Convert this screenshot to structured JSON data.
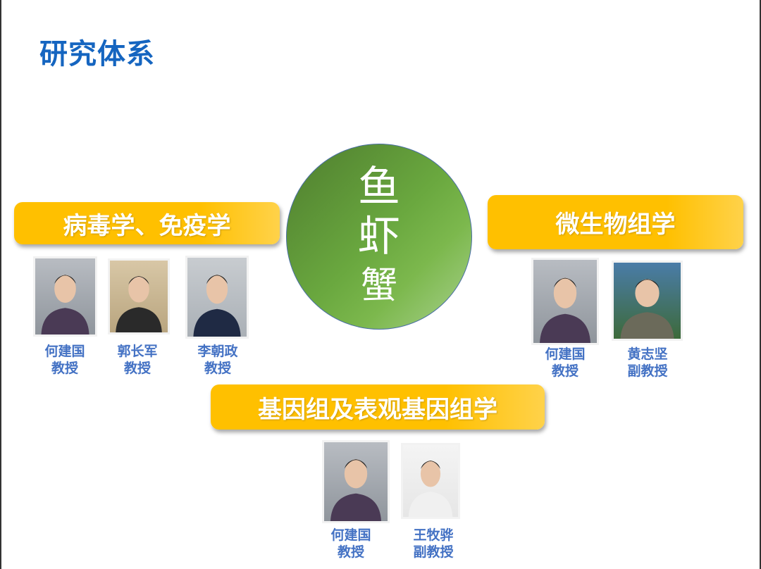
{
  "title": "研究体系",
  "center": {
    "lines": [
      "鱼",
      "虾",
      "蟹"
    ]
  },
  "groups": [
    {
      "label": "病毒学、免疫学",
      "members": [
        {
          "name": "何建国",
          "role": "教授"
        },
        {
          "name": "郭长军",
          "role": "教授"
        },
        {
          "name": "李朝政",
          "role": "教授"
        }
      ]
    },
    {
      "label": "微生物组学",
      "members": [
        {
          "name": "何建国",
          "role": "教授"
        },
        {
          "name": "黄志坚",
          "role": "副教授"
        }
      ]
    },
    {
      "label": "基因组及表观基因组学",
      "members": [
        {
          "name": "何建国",
          "role": "教授"
        },
        {
          "name": "王牧骅",
          "role": "副教授"
        }
      ]
    }
  ],
  "colors": {
    "title": "#1565c0",
    "banner": "#ffc000",
    "name": "#4472c4",
    "circle": "#6aa83f"
  }
}
